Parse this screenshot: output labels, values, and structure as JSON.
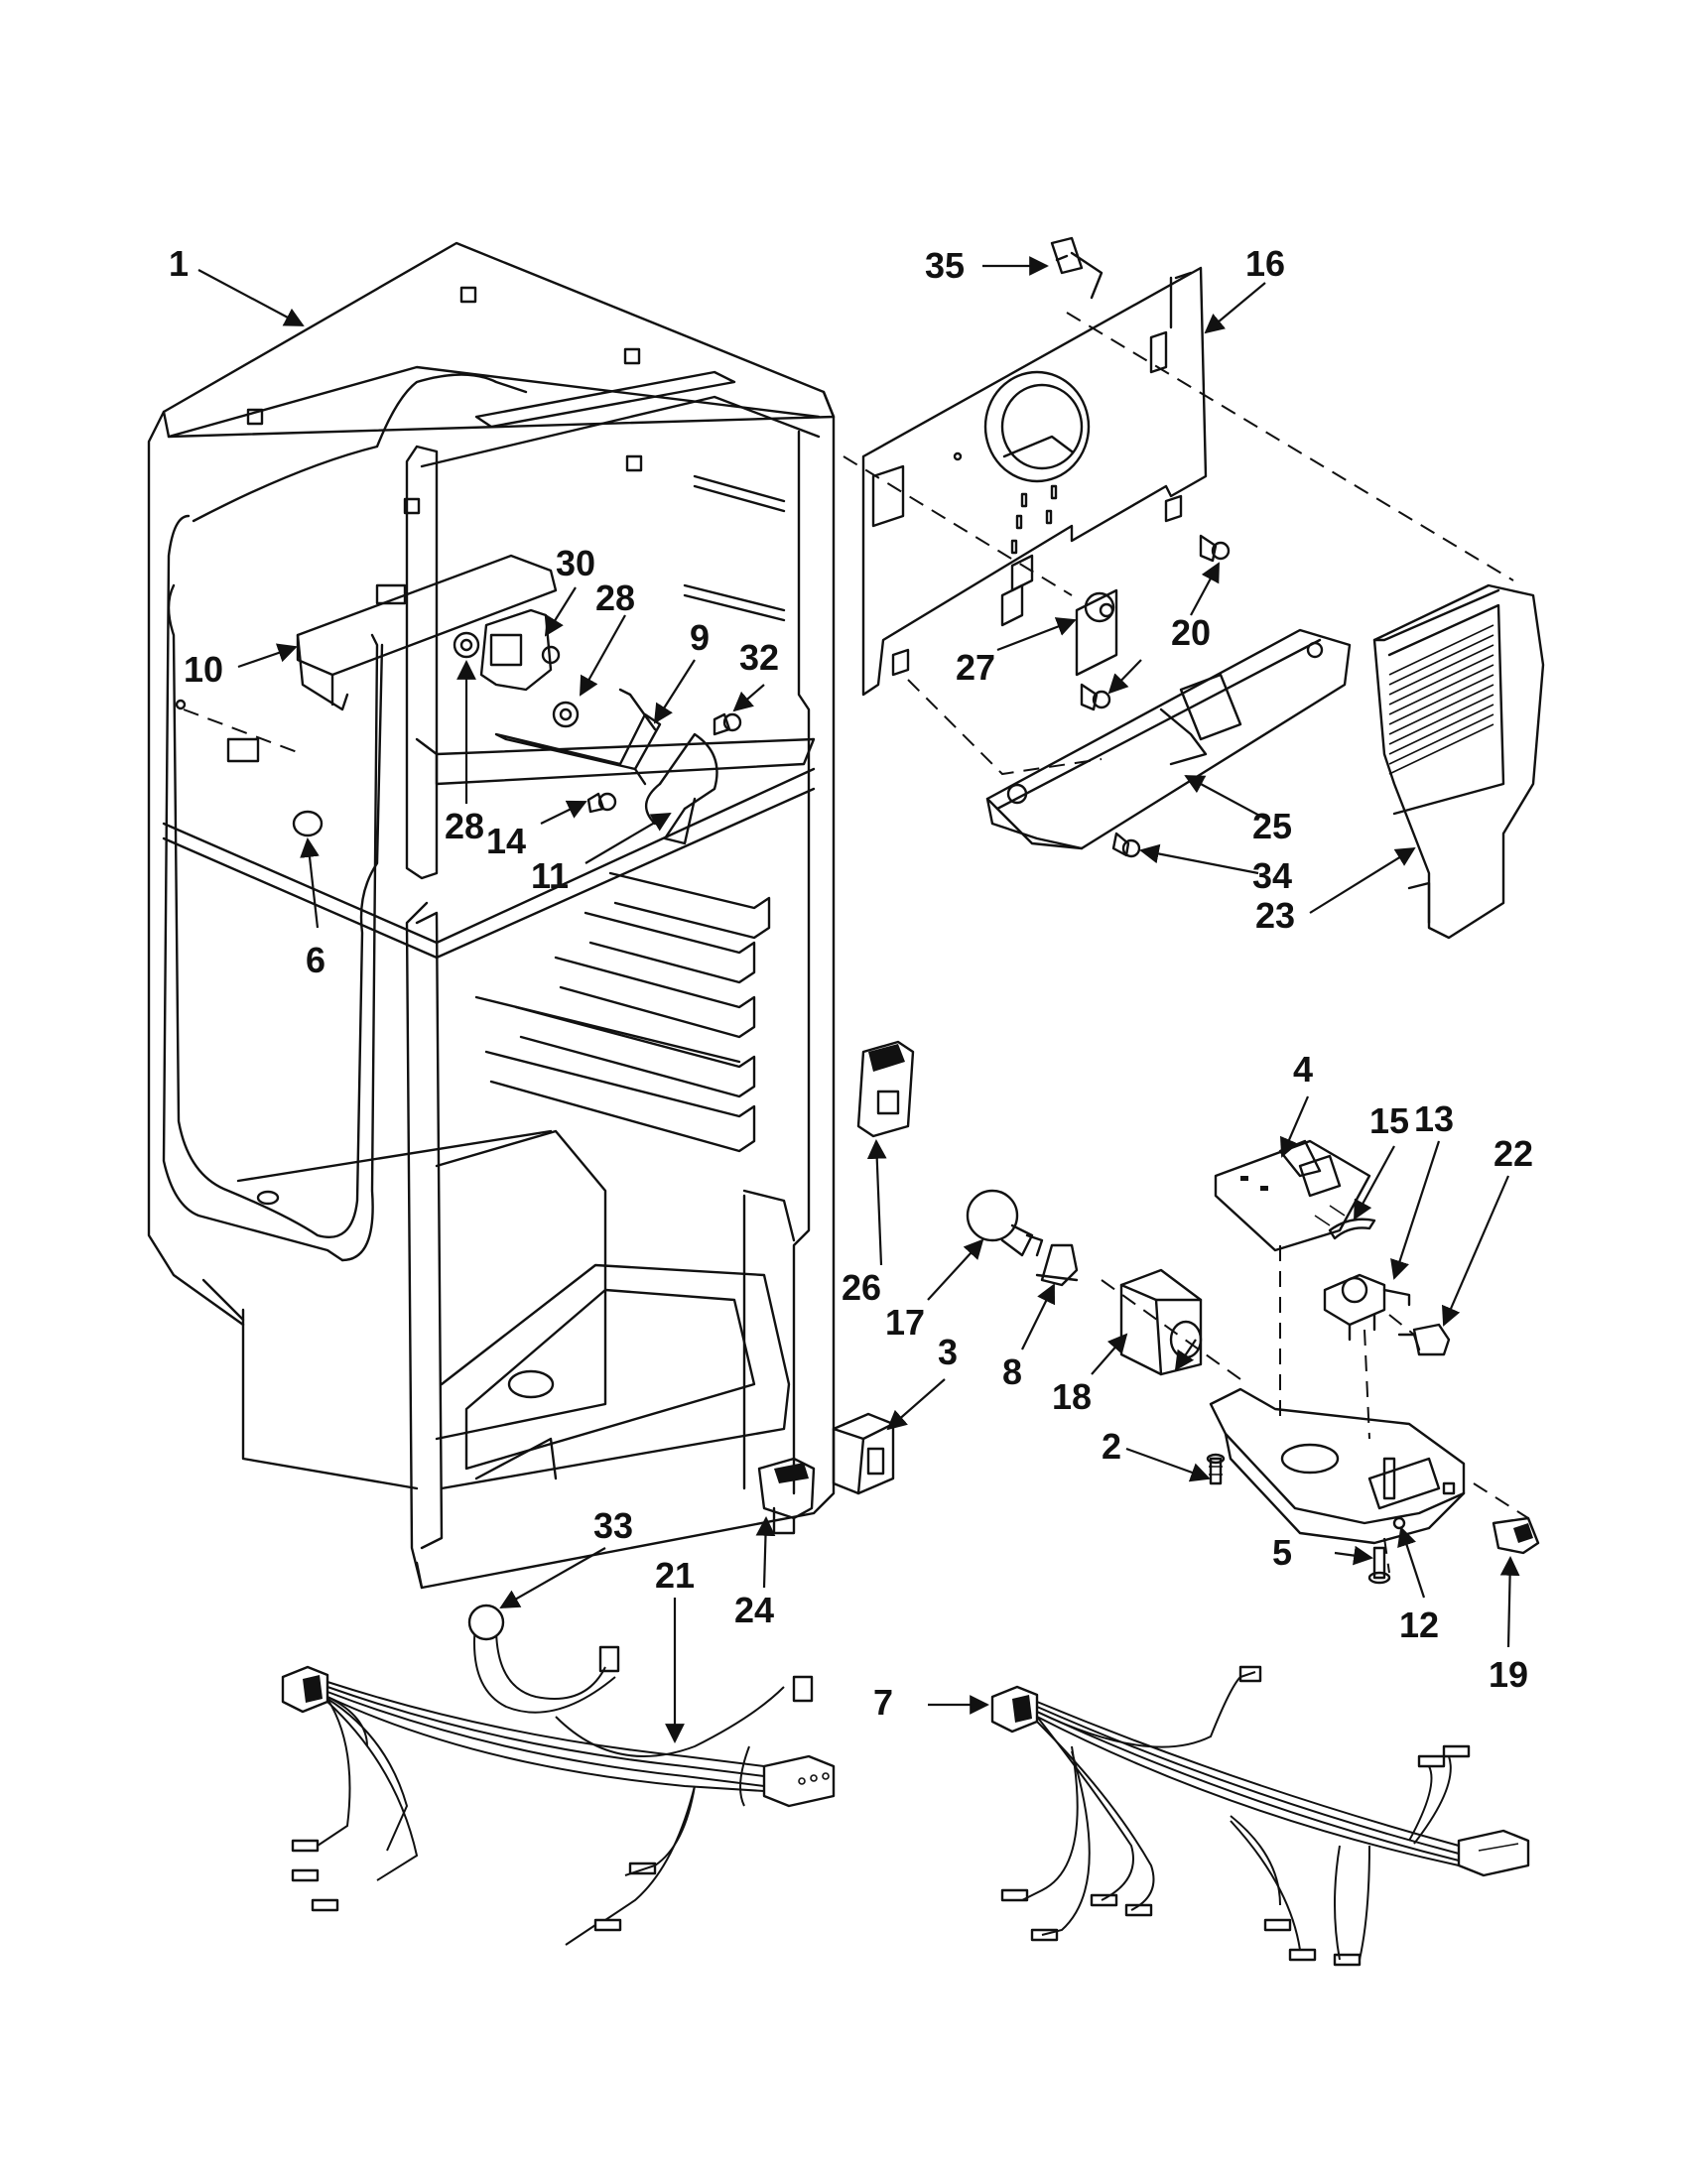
{
  "callouts": [
    {
      "id": "1",
      "label": "1"
    },
    {
      "id": "2",
      "label": "2"
    },
    {
      "id": "3",
      "label": "3"
    },
    {
      "id": "4",
      "label": "4"
    },
    {
      "id": "5",
      "label": "5"
    },
    {
      "id": "6",
      "label": "6"
    },
    {
      "id": "7",
      "label": "7"
    },
    {
      "id": "8",
      "label": "8"
    },
    {
      "id": "9",
      "label": "9"
    },
    {
      "id": "10",
      "label": "10"
    },
    {
      "id": "11",
      "label": "11"
    },
    {
      "id": "12",
      "label": "12"
    },
    {
      "id": "13",
      "label": "13"
    },
    {
      "id": "14",
      "label": "14"
    },
    {
      "id": "15",
      "label": "15"
    },
    {
      "id": "16",
      "label": "16"
    },
    {
      "id": "17",
      "label": "17"
    },
    {
      "id": "18",
      "label": "18"
    },
    {
      "id": "19",
      "label": "19"
    },
    {
      "id": "20",
      "label": "20"
    },
    {
      "id": "21",
      "label": "21"
    },
    {
      "id": "22",
      "label": "22"
    },
    {
      "id": "23",
      "label": "23"
    },
    {
      "id": "24",
      "label": "24"
    },
    {
      "id": "25",
      "label": "25"
    },
    {
      "id": "26",
      "label": "26"
    },
    {
      "id": "27",
      "label": "27"
    },
    {
      "id": "28a",
      "label": "28"
    },
    {
      "id": "28b",
      "label": "28"
    },
    {
      "id": "30",
      "label": "30"
    },
    {
      "id": "32",
      "label": "32"
    },
    {
      "id": "33",
      "label": "33"
    },
    {
      "id": "34",
      "label": "34"
    },
    {
      "id": "35",
      "label": "35"
    }
  ]
}
